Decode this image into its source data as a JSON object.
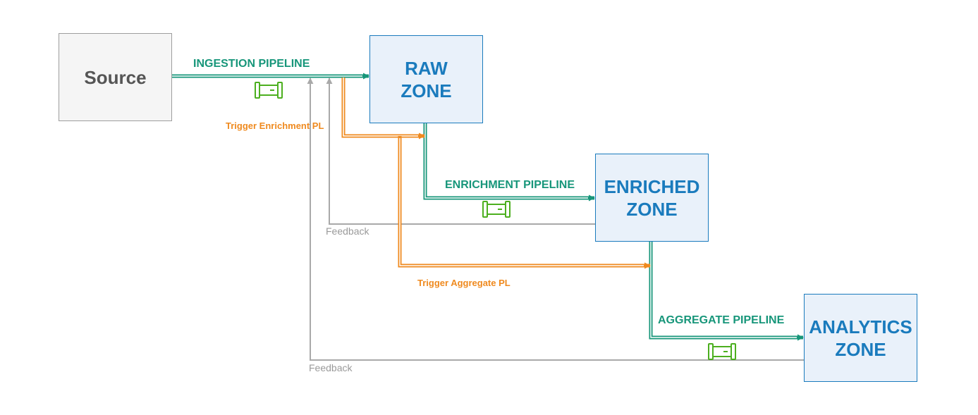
{
  "nodes": {
    "source": "Source",
    "raw_zone": [
      "RAW",
      "ZONE"
    ],
    "enriched_zone": [
      "ENRICHED",
      "ZONE"
    ],
    "analytics_zone": [
      "ANALYTICS",
      "ZONE"
    ]
  },
  "edges": {
    "ingestion_pipeline": "INGESTION PIPELINE",
    "enrichment_pipeline": "ENRICHMENT PIPELINE",
    "aggregate_pipeline": "AGGREGATE PIPELINE",
    "trigger_enrichment": "Trigger Enrichment PL",
    "trigger_aggregate": "Trigger Aggregate PL",
    "feedback_enriched": "Feedback",
    "feedback_analytics": "Feedback"
  },
  "colors": {
    "pipeline": "#17967a",
    "trigger": "#ef8a1f",
    "feedback": "#a9a9a9",
    "zone_border": "#1a7bbd",
    "zone_fill": "#e9f1fa",
    "pipe_icon": "#4caf1f"
  },
  "icons": [
    "pipe-icon",
    "pipe-icon",
    "pipe-icon"
  ]
}
